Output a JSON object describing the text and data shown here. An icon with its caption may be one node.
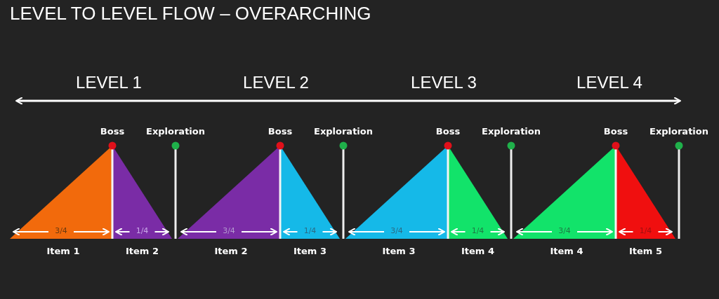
{
  "diagram": {
    "title": "LEVEL TO LEVEL FLOW – OVERARCHING",
    "nodes": [
      {
        "text": [
          "3/4"
        ],
        "beside": [
          "Item 1"
        ]
      },
      {
        "text": [
          "1/4"
        ],
        "beside": [
          "Item 2"
        ]
      },
      {
        "text": [
          "3/4"
        ],
        "beside": [
          "Item 2"
        ]
      },
      {
        "text": [
          "1/4"
        ],
        "beside": [
          "Item 3"
        ]
      },
      {
        "text": [
          "3/4"
        ],
        "beside": [
          "Item 3"
        ]
      },
      {
        "text": [
          "1/4"
        ],
        "beside": [
          "Item 4"
        ]
      },
      {
        "text": [
          "3/4"
        ],
        "beside": [
          "Item 4"
        ]
      },
      {
        "text": [
          "1/4"
        ],
        "beside": [
          "Item 5"
        ]
      },
      {
        "text": [
          "Exploration"
        ]
      },
      {
        "text": [
          "Exploration"
        ]
      },
      {
        "text": [
          "Exploration"
        ]
      },
      {
        "text": [
          "Exploration"
        ]
      }
    ],
    "labels": [
      "LEVEL 1",
      "LEVEL 2",
      "LEVEL 3",
      "LEVEL 4",
      "Boss",
      "Boss",
      "Boss",
      "Boss"
    ]
  }
}
